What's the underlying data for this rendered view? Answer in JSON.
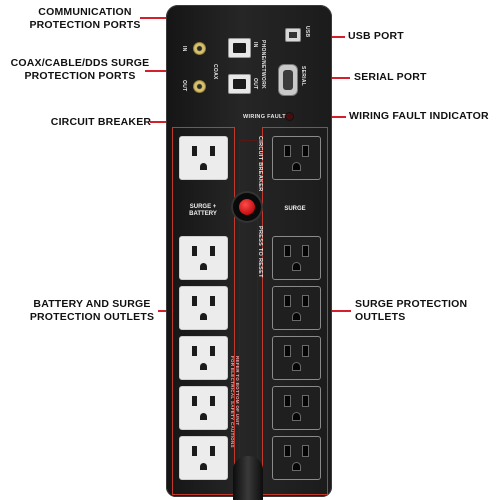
{
  "callouts": {
    "communication": "COMMUNICATION\nPROTECTION PORTS",
    "coax": "COAX/CABLE/DDS SURGE\nPROTECTION PORTS",
    "circuit_breaker": "CIRCUIT BREAKER",
    "battery_surge": "BATTERY AND SURGE\nPROTECTION OUTLETS",
    "usb": "USB PORT",
    "serial": "SERIAL PORT",
    "wiring_fault": "WIRING FAULT INDICATOR",
    "surge_only": "SURGE PROTECTION\nOUTLETS"
  },
  "device_labels": {
    "in": "IN",
    "out": "OUT",
    "coax": "COAX",
    "phone_network": "PHONE/NETWORK",
    "phone_in": "IN",
    "phone_out": "OUT",
    "usb": "USB",
    "serial": "SERIAL",
    "wiring_fault": "WIRING FAULT",
    "circuit_breaker": "CIRCUIT BREAKER",
    "surge_battery": "SURGE +\nBATTERY",
    "surge": "SURGE",
    "press_to_reset": "PRESS TO RESET",
    "refer_bottom": "REFER TO BOTTOM OF UNIT\nFOR ELECTRICAL SAFETY CAUTIONS"
  },
  "colors": {
    "leader": "#d4202a",
    "body": "#1f1f1f",
    "battery_outlet": "#ececec",
    "surge_outlet": "#1f1f1f",
    "breaker_button": "#d81b1b"
  }
}
